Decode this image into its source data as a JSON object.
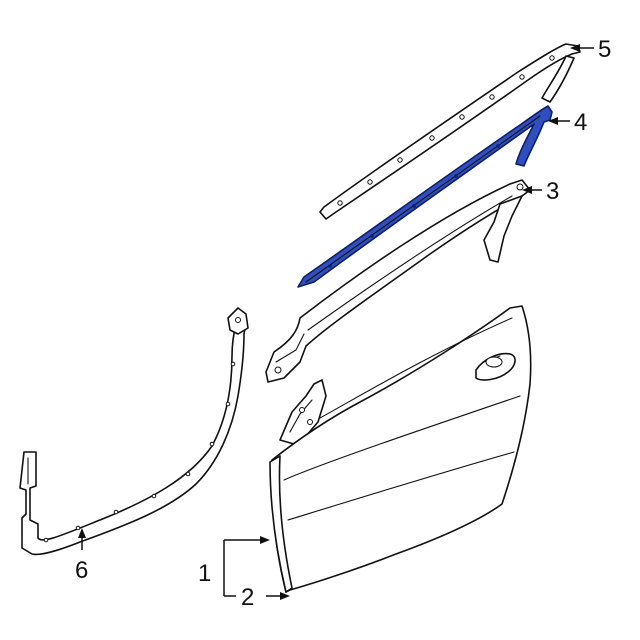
{
  "diagram": {
    "highlight_color": "#2f4fbf",
    "highlight_stroke": "#0d1f6e",
    "line_color": "#111111",
    "callouts": [
      {
        "id": "1",
        "label": "1"
      },
      {
        "id": "2",
        "label": "2"
      },
      {
        "id": "3",
        "label": "3"
      },
      {
        "id": "4",
        "label": "4"
      },
      {
        "id": "5",
        "label": "5"
      },
      {
        "id": "6",
        "label": "6"
      }
    ]
  }
}
